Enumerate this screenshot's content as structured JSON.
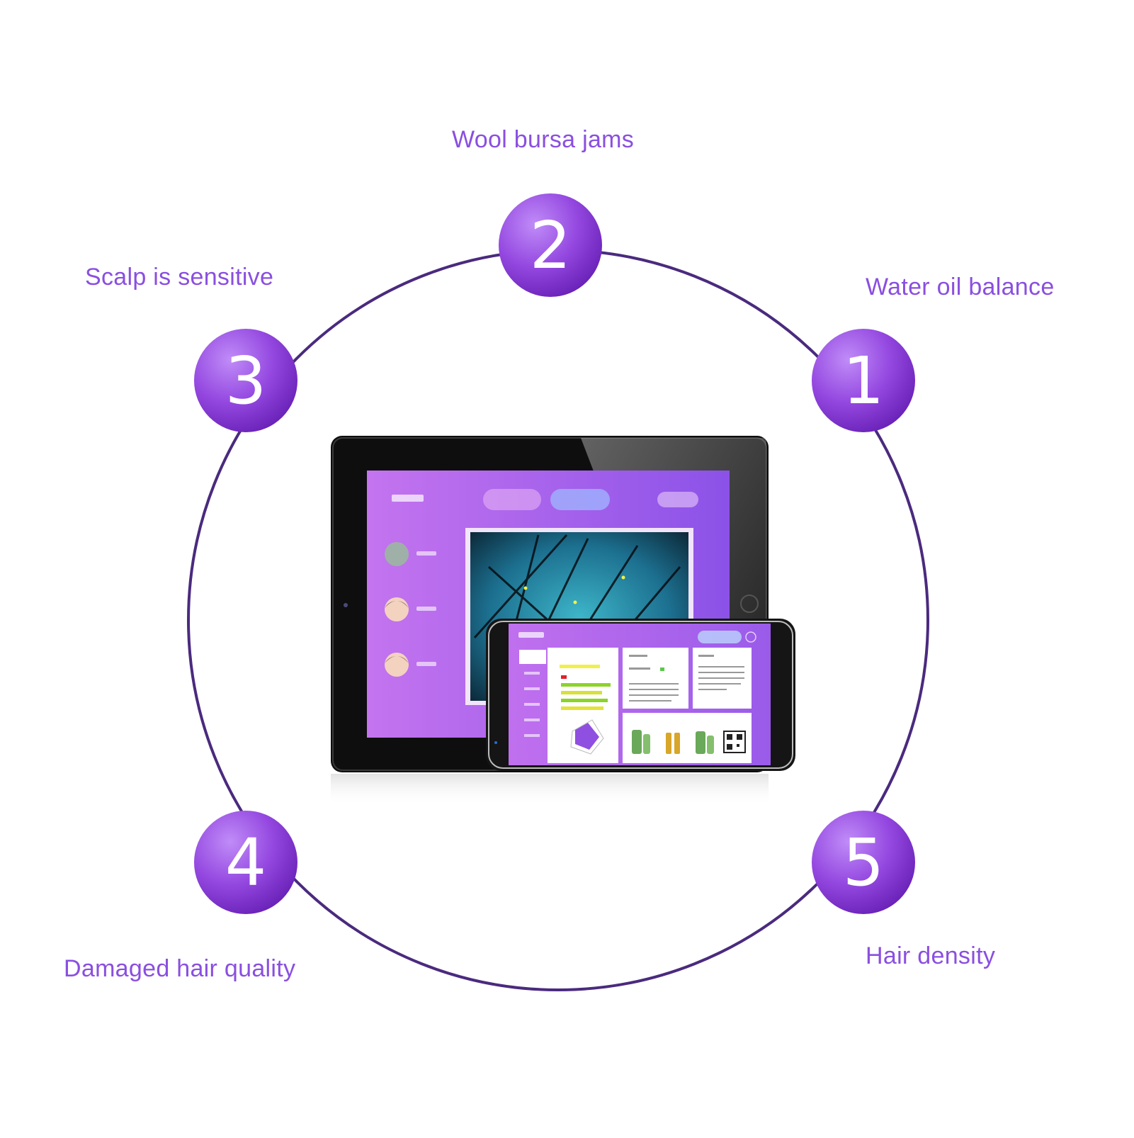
{
  "colors": {
    "ring": "#4a2a7e",
    "label": "#8a4fe0",
    "badge_light": "#b57cf5",
    "badge_dark": "#6a22b8",
    "screen_left": "#c474ef",
    "screen_right": "#8b52e8"
  },
  "items": [
    {
      "number": "1",
      "label": "Water oil balance"
    },
    {
      "number": "2",
      "label": "Wool bursa jams"
    },
    {
      "number": "3",
      "label": "Scalp is sensitive"
    },
    {
      "number": "4",
      "label": "Damaged hair quality"
    },
    {
      "number": "5",
      "label": "Hair density"
    }
  ],
  "devices": {
    "tablet_icons": [
      "menu-icon",
      "photo-icon",
      "settings-icon"
    ],
    "phone_icons": [
      "product-bottle-icon",
      "qr-code-icon"
    ]
  }
}
